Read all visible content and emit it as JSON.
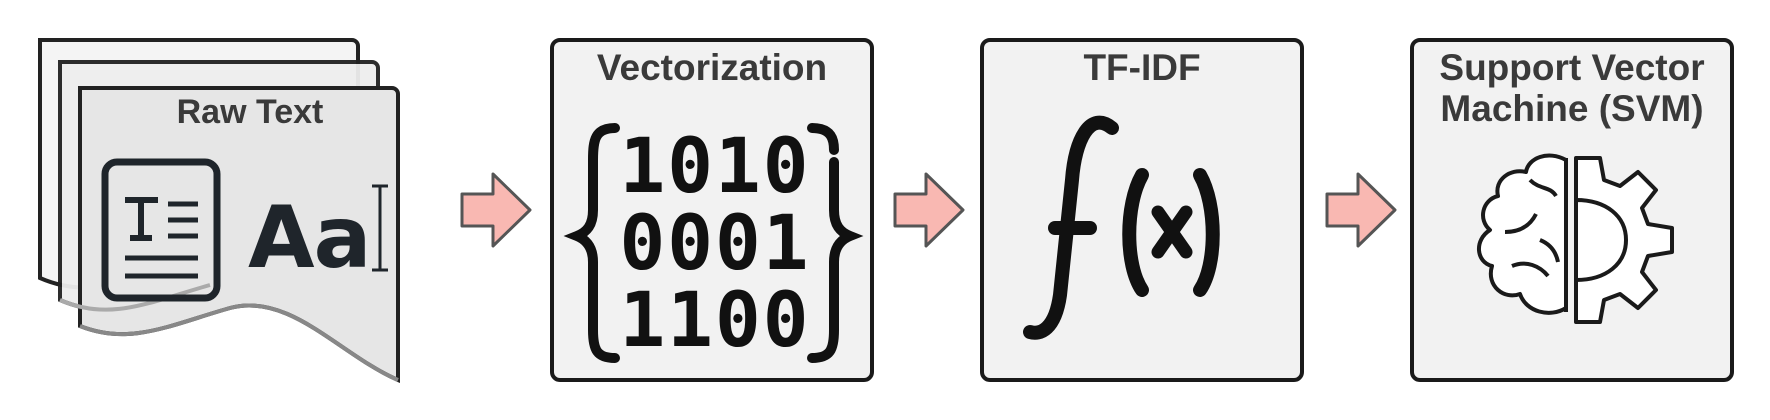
{
  "steps": [
    {
      "id": "raw-text",
      "title": "Raw Text",
      "icon": "document-stack-icon",
      "sample": "Aa"
    },
    {
      "id": "vectorization",
      "title": "Vectorization",
      "icon": "binary-vector-icon",
      "binary_rows": [
        "1010",
        "0001",
        "1100"
      ]
    },
    {
      "id": "tf-idf",
      "title": "TF-IDF",
      "icon": "function-icon"
    },
    {
      "id": "svm",
      "title": "Support Vector Machine (SVM)",
      "title_lines": [
        "Support Vector",
        "Machine (SVM)"
      ],
      "icon": "brain-gear-icon"
    }
  ],
  "colors": {
    "panel_fill": "#f2f2f2",
    "border": "#1a1a1a",
    "arrow_fill": "#f9b8b2",
    "arrow_stroke": "#555555",
    "text": "#3a3a3a"
  }
}
